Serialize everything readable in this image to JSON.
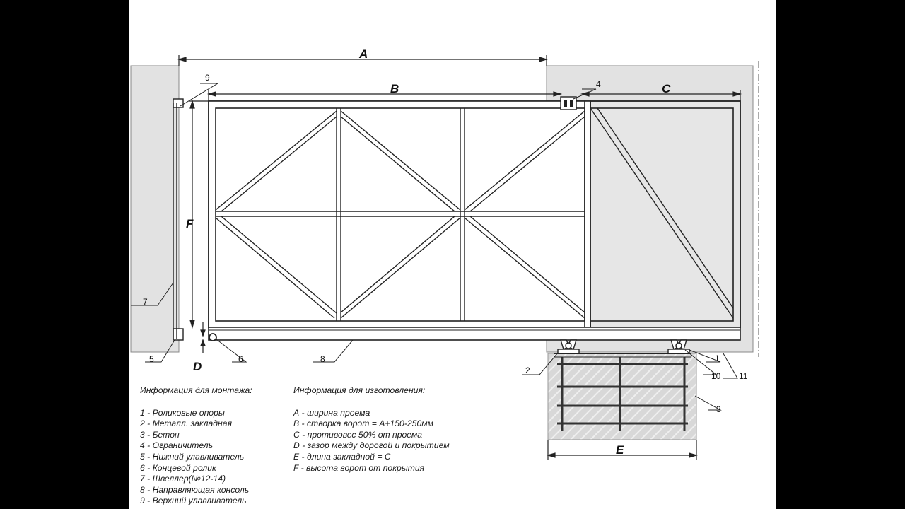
{
  "dimensions": {
    "A": "A",
    "B": "B",
    "C": "C",
    "D": "D",
    "E": "E",
    "F": "F"
  },
  "callouts": [
    "1",
    "2",
    "3",
    "4",
    "5",
    "6",
    "7",
    "8",
    "9",
    "10",
    "11"
  ],
  "mounting_info": {
    "title": "Информация для монтажа:",
    "items": [
      "1 - Роликовые опоры",
      "2 - Металл. закладная",
      "3 - Бетон",
      "4 - Ограничитель",
      "5 - Нижний улавливатель",
      "6 - Концевой ролик",
      "7 - Швеллер(№12-14)",
      "8 - Направляющая консоль",
      "9 - Верхний улавливатель"
    ]
  },
  "manufacturing_info": {
    "title": "Информация для изготовления:",
    "items": [
      "А - ширина проема",
      "В - створка ворот = А+150-250мм",
      "С - противовес 50% от проема",
      "D - зазор между дорогой и покрытием",
      "Е - длина закладной = С",
      "F - высота ворот от покрытия"
    ]
  },
  "colors": {
    "background": "#000000",
    "sheet": "#ffffff",
    "wall": "#e2e2e2",
    "line": "#222222"
  }
}
